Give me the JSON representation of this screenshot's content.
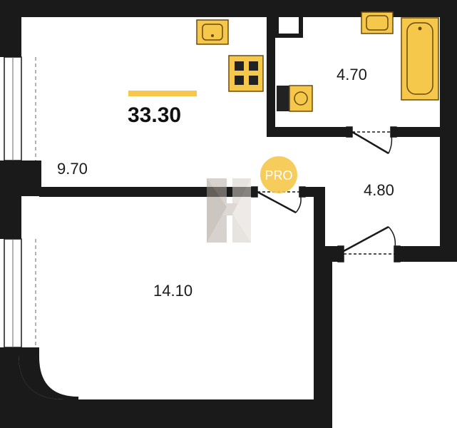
{
  "plan": {
    "total_area": "33.30",
    "rooms": [
      {
        "id": "kitchen",
        "area": "9.70"
      },
      {
        "id": "bathroom",
        "area": "4.70"
      },
      {
        "id": "hall",
        "area": "4.80"
      },
      {
        "id": "bedroom",
        "area": "14.10"
      }
    ]
  },
  "watermark": {
    "badge_text": "PRO"
  },
  "colors": {
    "wall": "#1a1a1a",
    "fixture_fill": "#f5c74a",
    "fixture_stroke": "#6b4a10",
    "accent_bar": "#f5c74a",
    "watermark": "#c9c2bc"
  },
  "icons": [
    "sink-icon",
    "stove-icon",
    "toilet-icon",
    "bathtub-icon",
    "door-icon",
    "window-icon"
  ]
}
